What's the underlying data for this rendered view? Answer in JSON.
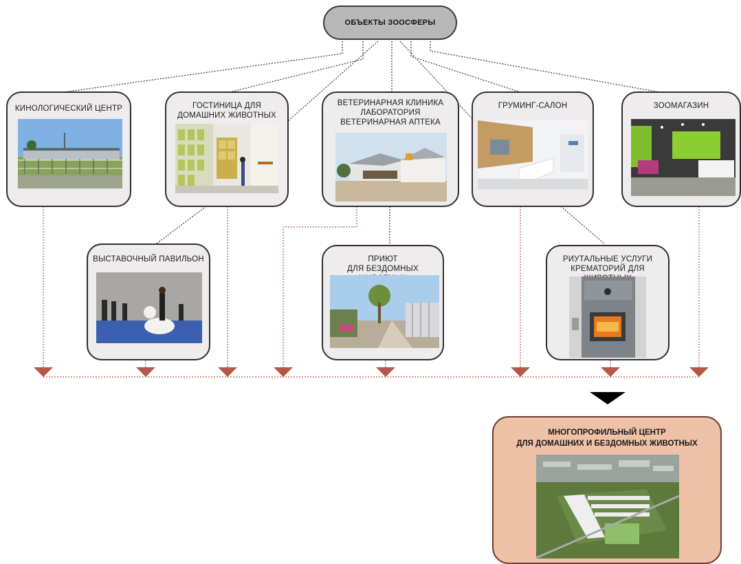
{
  "root": {
    "label": "ОБЪЕКТЫ ЗООСФЕРЫ"
  },
  "nodes": {
    "kennel": {
      "label": "КИНОЛОГИЧЕСКИЙ ЦЕНТР"
    },
    "hotel": {
      "label": "ГОСТИНИЦА ДЛЯ\nДОМАШНИХ ЖИВОТНЫХ"
    },
    "vet": {
      "label": "ВЕТЕРИНАРНАЯ КЛИНИКА\nЛАБОРАТОРИЯ\nВЕТЕРИНАРНАЯ АПТЕКА"
    },
    "grooming": {
      "label": "ГРУМИНГ-САЛОН"
    },
    "petshop": {
      "label": "ЗООМАГАЗИН"
    },
    "pavilion": {
      "label": "ВЫСТАВОЧНЫЙ ПАВИЛЬОН"
    },
    "shelter": {
      "label": "ПРИЮТ\nДЛЯ  БЕЗДОМНЫХ ЖИВОТНЫХ"
    },
    "ritual": {
      "label": "РИУТАЛЬНЫЕ УСЛУГИ\nКРЕМАТОРИЙ ДЛЯ ЖИВОТНЫХ"
    }
  },
  "result": {
    "label": "МНОГОПРОФИЛЬНЫЙ ЦЕНТР\nДЛЯ ДОМАШНИХ И БЕЗДОМНЫХ ЖИВОТНЫХ"
  },
  "colors": {
    "dotted_line": "#333333",
    "arrow": "#b5584a",
    "box_fill": "#eeeced",
    "root_fill": "#b8b8b8",
    "result_fill": "#efc2a8",
    "big_arrow": "#000000"
  }
}
